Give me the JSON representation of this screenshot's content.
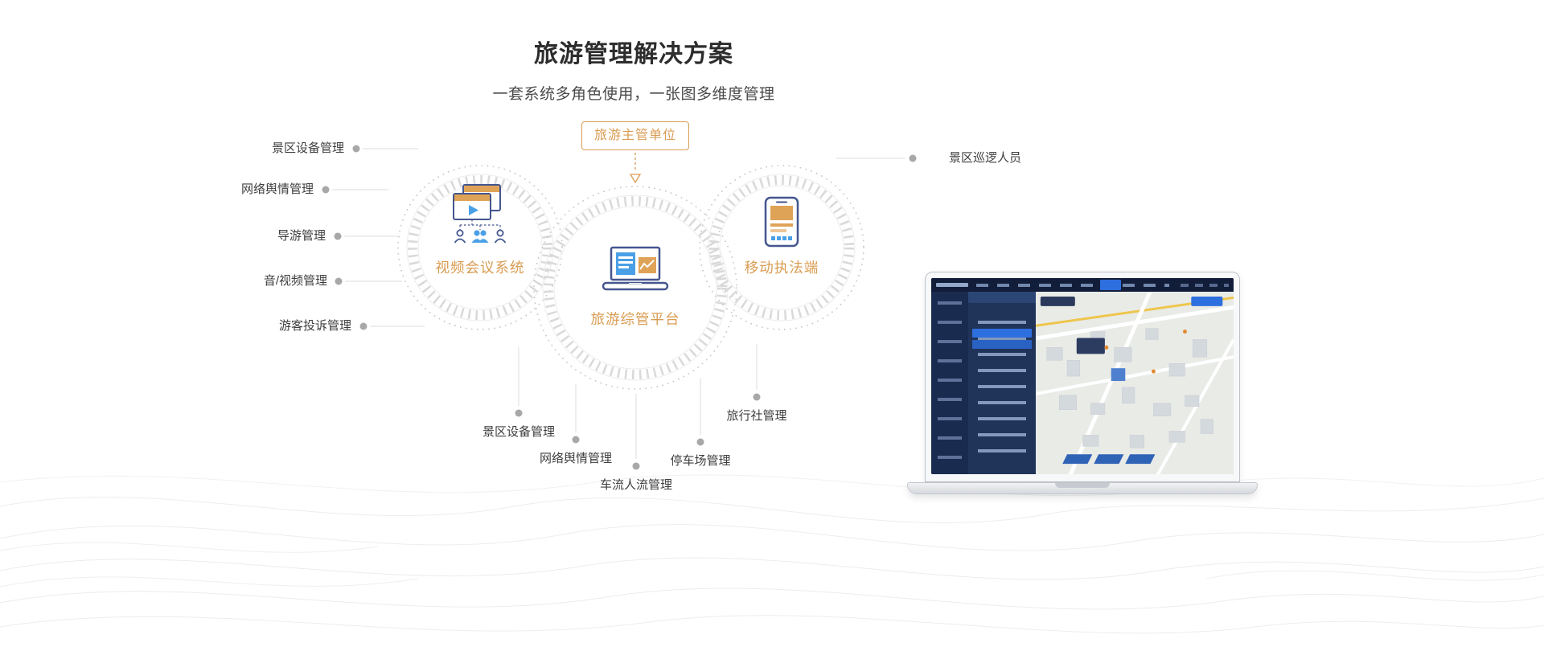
{
  "page": {
    "title": "旅游管理解决方案",
    "subtitle": "一套系统多角色使用，一张图多维度管理"
  },
  "diagram": {
    "authority_box": {
      "label": "旅游主管单位"
    },
    "nodes": {
      "video": {
        "label": "视频会议系统"
      },
      "platform": {
        "label": "旅游综管平台"
      },
      "mobile": {
        "label": "移动执法端"
      }
    },
    "left_labels": [
      {
        "label": "景区设备管理"
      },
      {
        "label": "网络舆情管理"
      },
      {
        "label": "导游管理"
      },
      {
        "label": "音/视频管理"
      },
      {
        "label": "游客投诉管理"
      }
    ],
    "right_labels": [
      {
        "label": "景区巡逻人员"
      }
    ],
    "bottom_labels": [
      {
        "label": "景区设备管理"
      },
      {
        "label": "网络舆情管理"
      },
      {
        "label": "车流人流管理"
      },
      {
        "label": "停车场管理"
      },
      {
        "label": "旅行社管理"
      }
    ]
  },
  "icons": {
    "video_node": "video-conference-icon",
    "platform_node": "laptop-dashboard-icon",
    "mobile_node": "mobile-phone-icon",
    "authority_arrow": "arrow-down-icon"
  },
  "colors": {
    "accent_orange": "#D99C52",
    "title_text": "#2D2D2D",
    "label_text": "#3E3E3E",
    "line_gray": "#DCDCDC",
    "dot_gray": "#A8A8A8",
    "icon_navy": "#44568E",
    "icon_blue": "#4AA0E6",
    "icon_orange": "#DFA358",
    "dashboard_navy": "#16254A",
    "dashboard_blue": "#2E6FE0"
  }
}
